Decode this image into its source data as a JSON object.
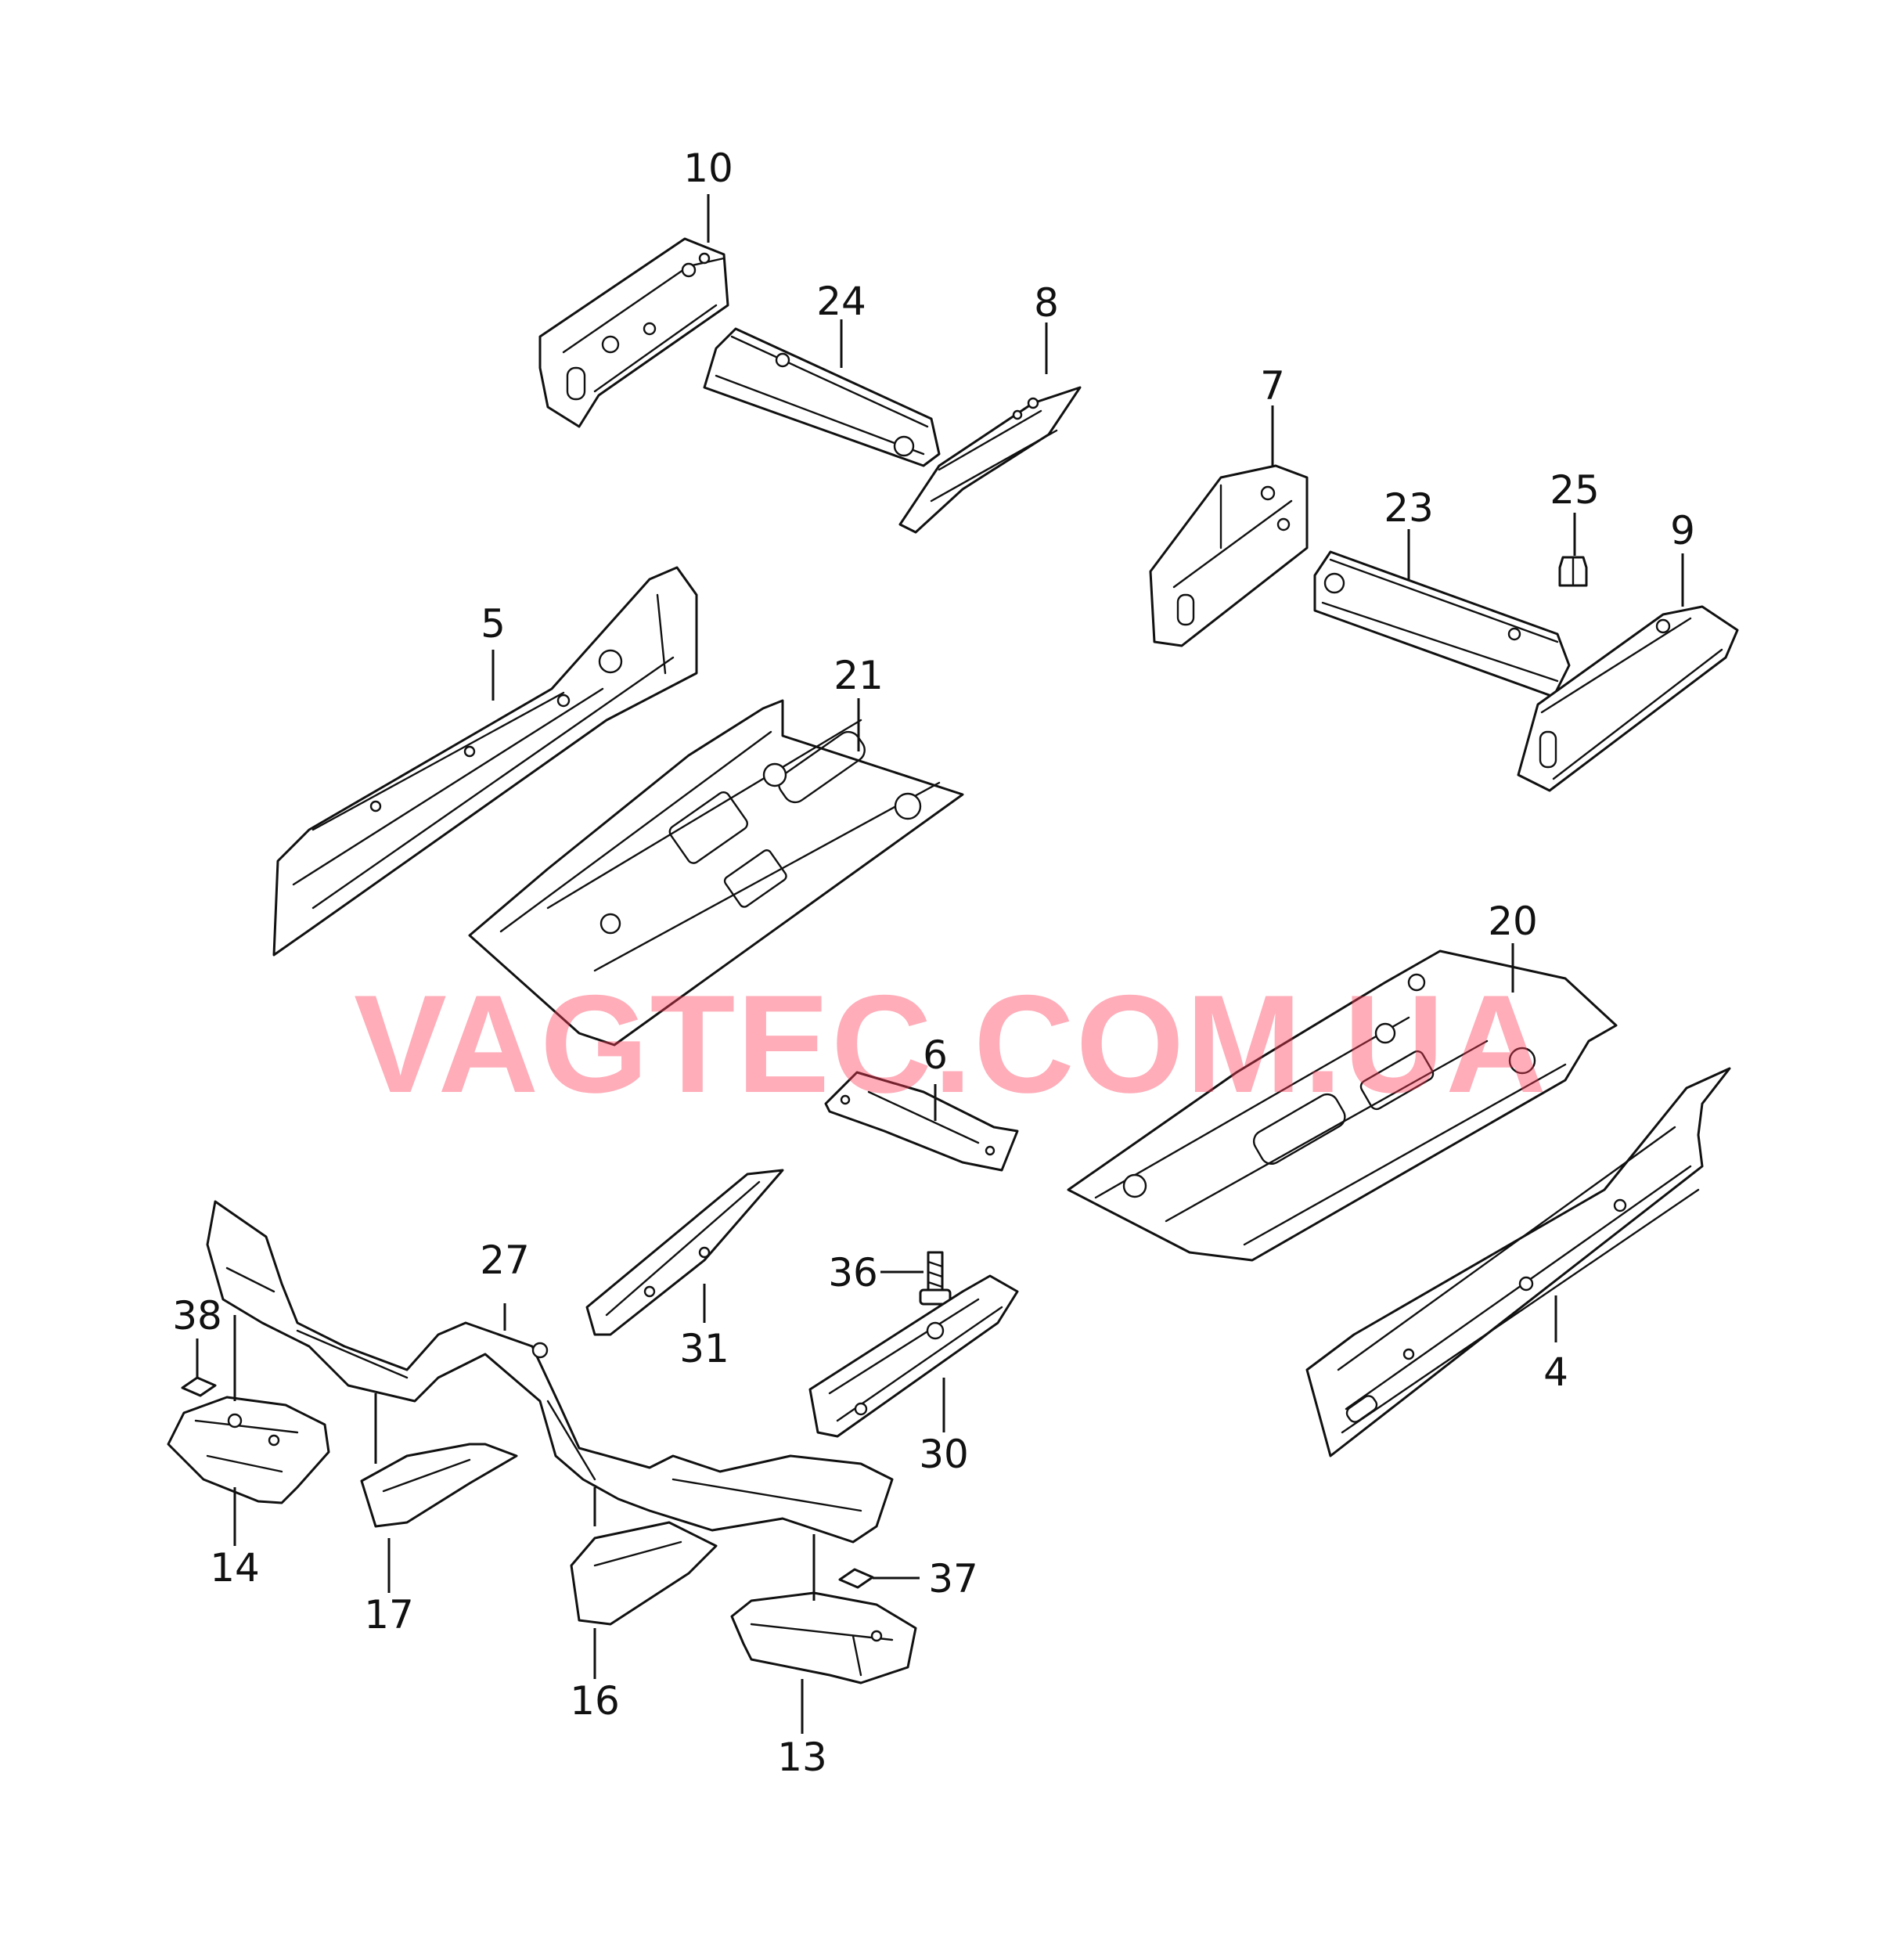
{
  "watermark": "VAGTEC.COM.UA",
  "callouts": {
    "p4": "4",
    "p5": "5",
    "p6": "6",
    "p7": "7",
    "p8": "8",
    "p9": "9",
    "p10": "10",
    "p13": "13",
    "p14": "14",
    "p16": "16",
    "p17": "17",
    "p20": "20",
    "p21": "21",
    "p23": "23",
    "p24": "24",
    "p25": "25",
    "p27": "27",
    "p30": "30",
    "p31": "31",
    "p36": "36",
    "p37": "37",
    "p38": "38"
  }
}
